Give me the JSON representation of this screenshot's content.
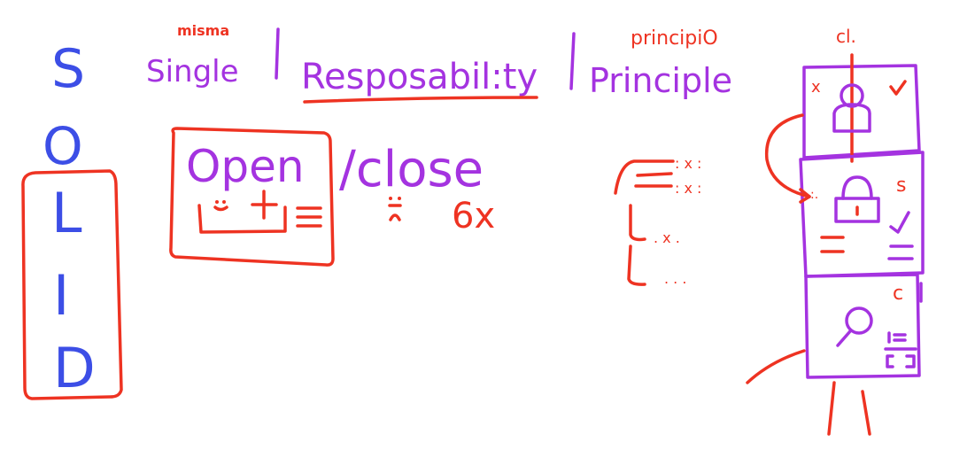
{
  "solid_letters": [
    "S",
    "O",
    "L",
    "I",
    "D"
  ],
  "title_notes": {
    "misma": "misma",
    "principio": "principiO",
    "cl": "cl."
  },
  "title_words": {
    "single": "Single",
    "responsability": "Resposabil:ty",
    "principle": "Principle"
  },
  "open_close": {
    "open": "Open",
    "close": "/close"
  },
  "misc_marks": {
    "six_x": "6x",
    "monitor_s": "s",
    "monitor_c": "c"
  },
  "colors": {
    "blue": "#3c4ee6",
    "purple": "#a433e0",
    "red": "#ee3322"
  },
  "icons": [
    "person-icon",
    "lock-icon",
    "magnifier-icon",
    "checkmark-icon",
    "x-mark-icon"
  ]
}
